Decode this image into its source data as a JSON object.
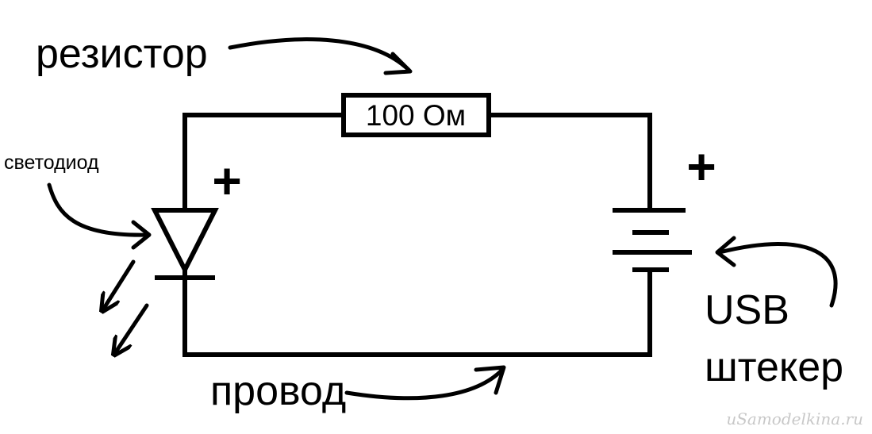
{
  "labels": {
    "resistor": "резистор",
    "led": "светодиод",
    "wire": "провод",
    "usb_line1": "USB",
    "usb_line2": "штекер",
    "resistor_value": "100 Ом",
    "led_plus": "+",
    "battery_plus": "+",
    "watermark": "uSamodelkina.ru"
  },
  "colors": {
    "ink": "#000000",
    "background": "#ffffff",
    "watermark": "#c8c8c8"
  },
  "components": {
    "resistor": "resistor",
    "led": "diode-symbol",
    "battery": "battery-symbol",
    "emission": "light-emission-arrows"
  }
}
